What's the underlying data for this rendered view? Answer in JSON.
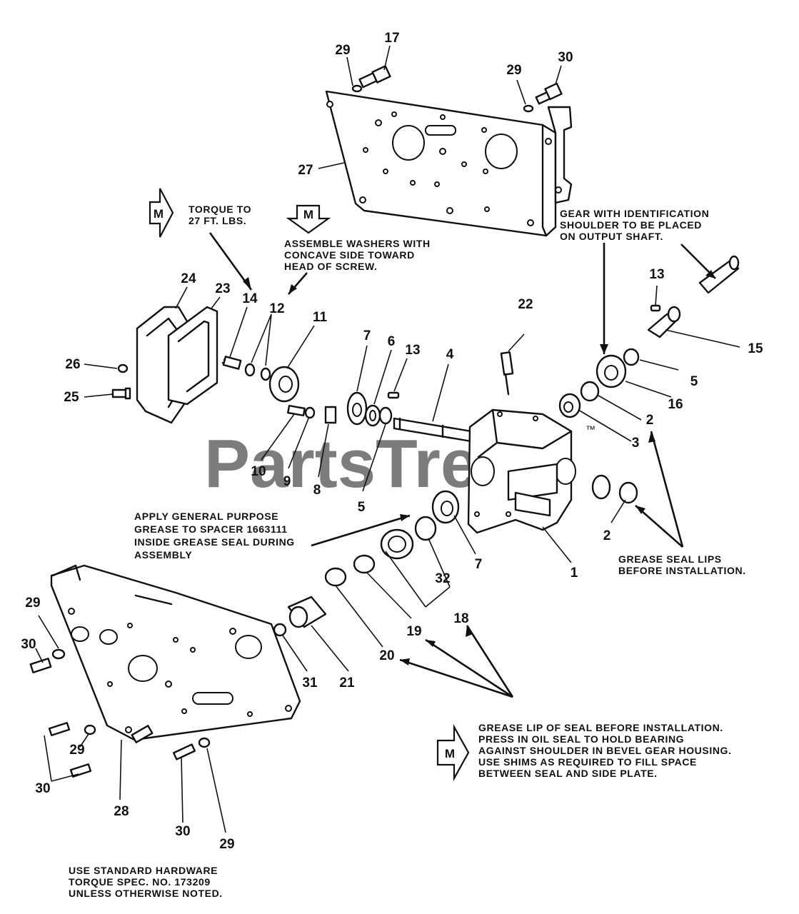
{
  "watermark": "PartsTree",
  "trademark": "™",
  "m_symbol": "M",
  "callouts": {
    "c29a": "29",
    "c17": "17",
    "c29b": "29",
    "c30a": "30",
    "c27": "27",
    "c24": "24",
    "c23": "23",
    "c14": "14",
    "c12": "12",
    "c11": "11",
    "c26": "26",
    "c25": "25",
    "c10": "10",
    "c9": "9",
    "c8": "8",
    "c7a": "7",
    "c6": "6",
    "c13a": "13",
    "c5a": "5",
    "c4": "4",
    "c22": "22",
    "c13b": "13",
    "c15": "15",
    "c5b": "5",
    "c16": "16",
    "c2a": "2",
    "c3": "3",
    "c2b": "2",
    "c1": "1",
    "c7b": "7",
    "c32": "32",
    "c18": "18",
    "c19": "19",
    "c20": "20",
    "c21": "21",
    "c31": "31",
    "c29c": "29",
    "c30b": "30",
    "c29d": "29",
    "c30c": "30",
    "c28": "28",
    "c30d": "30",
    "c29e": "29"
  },
  "notes": {
    "torque": [
      "TORQUE TO",
      "27 FT. LBS."
    ],
    "washers": [
      "ASSEMBLE WASHERS WITH",
      "CONCAVE SIDE TOWARD",
      "HEAD OF SCREW."
    ],
    "gear": [
      "GEAR WITH IDENTIFICATION",
      "SHOULDER TO BE PLACED",
      "ON OUTPUT SHAFT."
    ],
    "grease_spacer": [
      "APPLY GENERAL PURPOSE",
      "GREASE TO SPACER 1663111",
      "INSIDE GREASE SEAL DURING",
      "ASSEMBLY"
    ],
    "grease_lips": [
      "GREASE SEAL LIPS",
      "BEFORE INSTALLATION."
    ],
    "seal_install": [
      "GREASE LIP OF SEAL BEFORE INSTALLATION.",
      "PRESS IN OIL SEAL TO HOLD BEARING",
      "AGAINST SHOULDER IN BEVEL GEAR HOUSING.",
      "USE SHIMS AS REQUIRED TO FILL SPACE",
      "BETWEEN SEAL AND SIDE PLATE."
    ],
    "hardware": [
      "USE STANDARD HARDWARE",
      "TORQUE SPEC. NO. 173209",
      "UNLESS OTHERWISE NOTED."
    ]
  }
}
